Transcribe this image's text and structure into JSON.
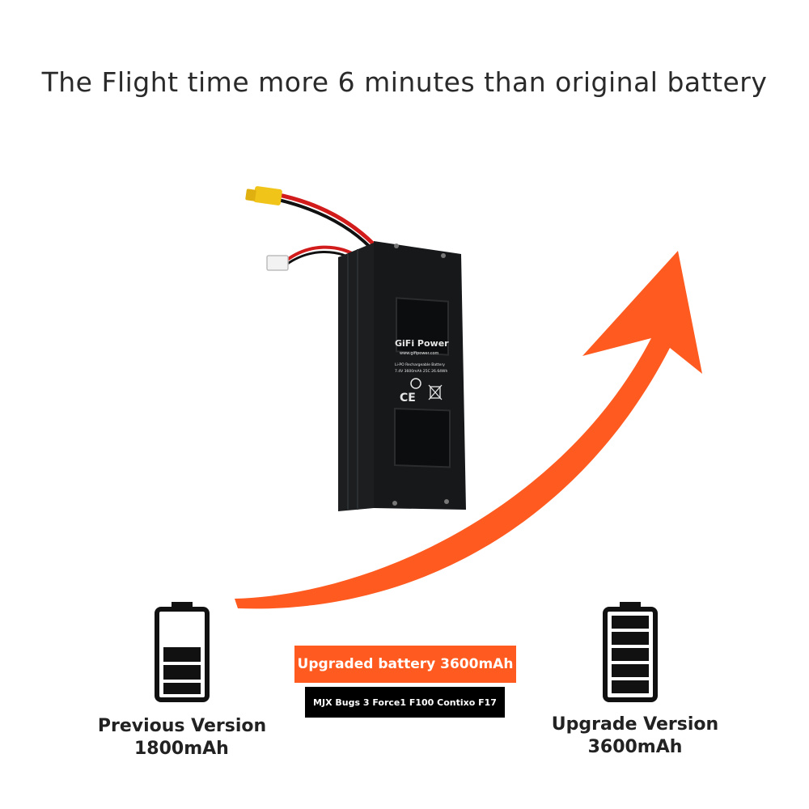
{
  "headline": "The Flight time more 6 minutes than original battery",
  "battery_pack": {
    "brand": "GiFi Power",
    "website": "www.gifipower.com",
    "spec_line_1": "Li-PO Rechargeable Battery",
    "spec_line_2": "7.4V 3600mAh 25C 26.64Wh",
    "cert_mark": "CE"
  },
  "previous": {
    "title": "Previous Version",
    "capacity": "1800mAh",
    "icon": "battery-half-icon",
    "fill_fraction": 0.5
  },
  "upgrade": {
    "title": "Upgrade Version",
    "capacity": "3600mAh",
    "icon": "battery-full-icon",
    "fill_fraction": 1.0
  },
  "tag_upgraded": "Upgraded battery 3600mAh",
  "tag_models": "MJX Bugs 3 Force1 F100 Contixo F17",
  "colors": {
    "arrow": "#ff5a1f",
    "tag_orange": "#ff5a1f",
    "tag_black": "#000000",
    "pack_body": "#16181a"
  }
}
